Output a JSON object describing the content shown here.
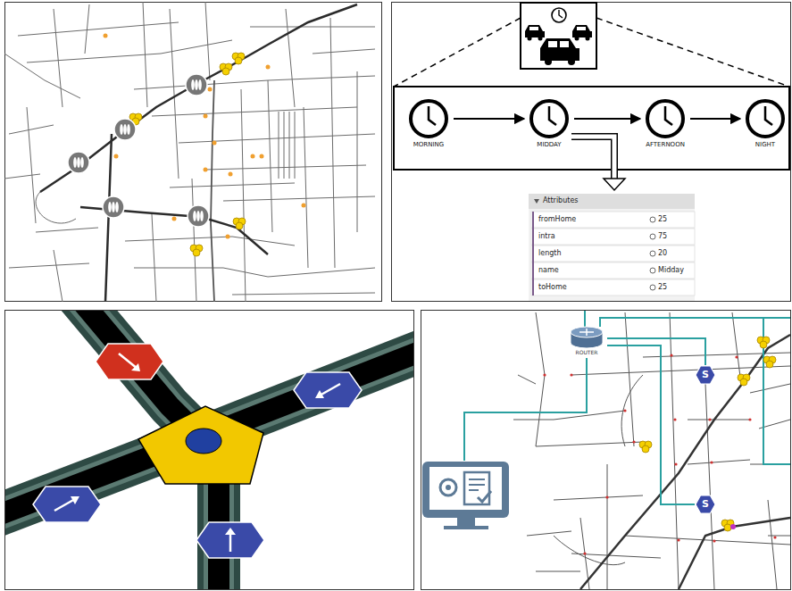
{
  "diagram": {
    "nodes": [
      {
        "text": [
          "MORNING"
        ]
      },
      {
        "text": [
          "MIDDAY"
        ]
      },
      {
        "text": [
          "AFTERNOON"
        ]
      },
      {
        "text": [
          "NIGHT"
        ]
      },
      {
        "text": [
          "ROUTER"
        ]
      },
      {
        "text": [
          "S"
        ]
      },
      {
        "text": [
          "S"
        ]
      }
    ],
    "edges": [
      {
        "from": 0,
        "to": 1,
        "arrow": "to"
      },
      {
        "from": 1,
        "to": 2,
        "arrow": "to"
      },
      {
        "from": 2,
        "to": 3,
        "arrow": "to"
      },
      {
        "from": 4,
        "to": 5,
        "arrow": "none"
      },
      {
        "from": 4,
        "to": 6,
        "arrow": "none"
      }
    ],
    "labels": [
      "Attributes",
      "fromHome",
      "25",
      "intra",
      "75",
      "length",
      "20",
      "name",
      "Midday",
      "toHome",
      "25"
    ]
  }
}
